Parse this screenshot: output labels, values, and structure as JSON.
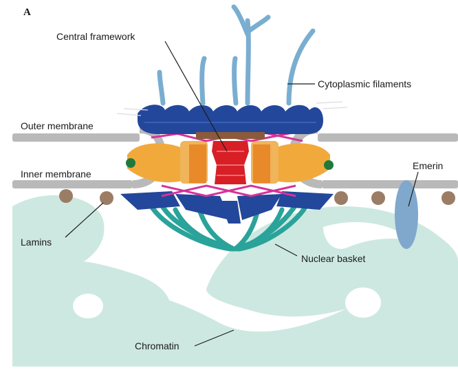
{
  "figure": {
    "panel_letter": "A",
    "labels": {
      "central_framework": "Central framework",
      "cytoplasmic_filaments": "Cytoplasmic filaments",
      "outer_membrane": "Outer membrane",
      "inner_membrane": "Inner membrane",
      "emerin": "Emerin",
      "lamins": "Lamins",
      "nuclear_basket": "Nuclear basket",
      "chromatin": "Chromatin"
    }
  },
  "colors": {
    "chromatin": "#cde8e0",
    "membrane": "#b9b9b9",
    "filaments": "#7aaed0",
    "ring_blue": "#23479a",
    "red_core": "#d81f26",
    "orange": "#f2a93b",
    "yellow": "#f5c518",
    "magenta": "#d6329a",
    "green": "#1e7a3c",
    "lamin_brown": "#9b7d65",
    "basket_teal": "#2aa39a",
    "emerin": "#7fa8cc"
  }
}
